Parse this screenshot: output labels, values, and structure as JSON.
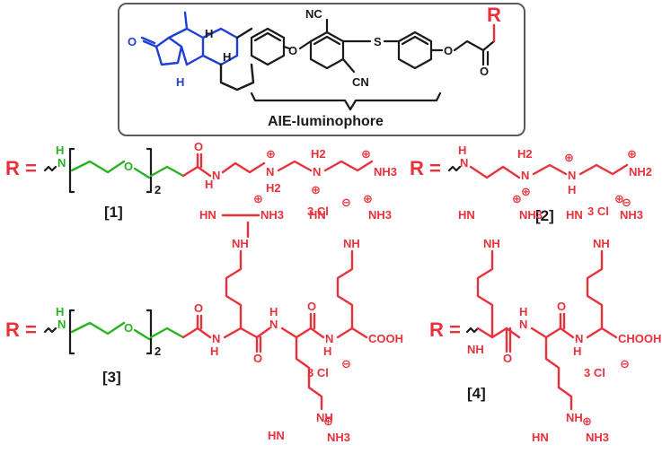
{
  "core": {
    "caption": "AIE-luminophore",
    "nitrile_top": "NC",
    "nitrile_bottom": "CN",
    "oxygen": "O",
    "sulfur": "S",
    "r_group": "R",
    "h": "H"
  },
  "r_prefix": "R =",
  "compounds": [
    {
      "label": "[1]",
      "counterion": "3 Cl"
    },
    {
      "label": "[2]",
      "counterion": "3 Cl"
    },
    {
      "label": "[3]",
      "counterion": "3 Cl"
    },
    {
      "label": "[4]",
      "counterion": "3 Cl"
    }
  ],
  "atoms": {
    "nh": "NH",
    "n": "N",
    "h": "H",
    "o": "O",
    "peg_repeat": "2",
    "nh3": "NH3",
    "nh2": "NH2",
    "h2": "H2",
    "hn": "HN",
    "cooh_3": "COOH",
    "cooh_4": "CHOOH"
  },
  "colors": {
    "core": "#1a1a1a",
    "steroid": "#1f3fd6",
    "cationic": "#e8313b",
    "linker": "#27b320",
    "box_border": "#5a5a5a"
  }
}
